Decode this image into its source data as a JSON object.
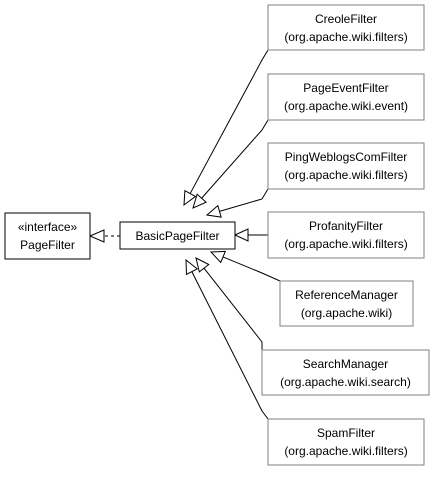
{
  "diagram": {
    "interface": {
      "stereotype": "«interface»",
      "name": "PageFilter"
    },
    "base": {
      "name": "BasicPageFilter"
    },
    "subclasses": [
      {
        "name": "CreoleFilter",
        "package": "(org.apache.wiki.filters)"
      },
      {
        "name": "PageEventFilter",
        "package": "(org.apache.wiki.event)"
      },
      {
        "name": "PingWeblogsComFilter",
        "package": "(org.apache.wiki.filters)"
      },
      {
        "name": "ProfanityFilter",
        "package": "(org.apache.wiki.filters)"
      },
      {
        "name": "ReferenceManager",
        "package": "(org.apache.wiki)"
      },
      {
        "name": "SearchManager",
        "package": "(org.apache.wiki.search)"
      },
      {
        "name": "SpamFilter",
        "package": "(org.apache.wiki.filters)"
      }
    ],
    "colors": {
      "interface_border": "#000000",
      "base_border": "#000000",
      "subclass_border": "#808080",
      "edge": "#000000"
    }
  }
}
